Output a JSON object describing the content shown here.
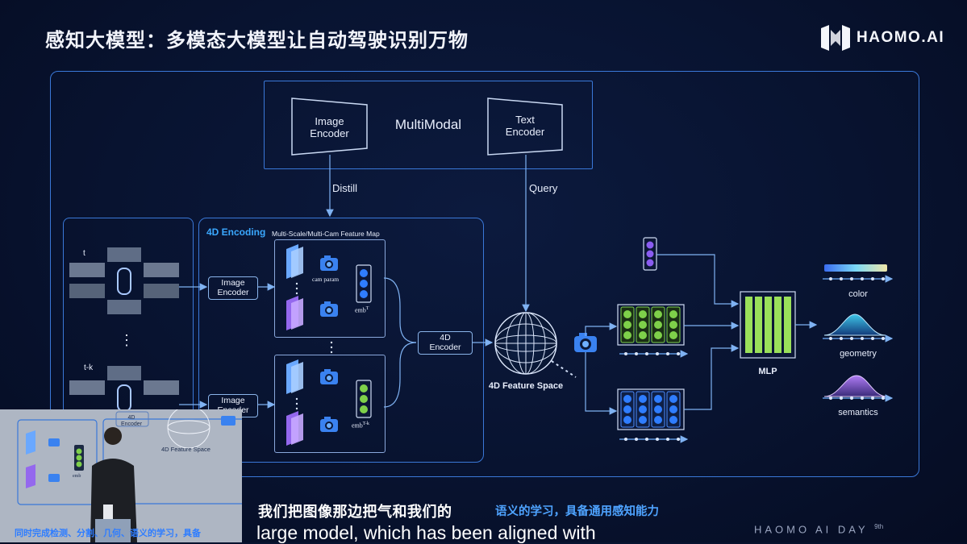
{
  "slide": {
    "title": "感知大模型：多模态大模型让自动驾驶识别万物",
    "logo_text": "HAOMO.AI"
  },
  "multimodal": {
    "label": "MultiModal",
    "image_encoder": "Image\nEncoder",
    "text_encoder": "Text\nEncoder",
    "distill_label": "Distill",
    "query_label": "Query"
  },
  "cameras": {
    "t_label": "t",
    "tk_label": "t-k",
    "ellipsis": "⋮"
  },
  "encoding": {
    "section_title": "4D Encoding",
    "feature_map_title": "Multi-Scale/Multi-Cam Feature Map",
    "image_encoder_1": "Image\nEncoder",
    "image_encoder_2": "Image\nEncoder",
    "cam_param": "cam param",
    "emb_t": "emb",
    "emb_t_sup": "T",
    "emb_tk": "emb",
    "emb_tk_sup": "T-k",
    "encoder_4d": "4D\nEncoder"
  },
  "feature_space": {
    "label": "4D Feature Space"
  },
  "outputs": {
    "mlp_label": "MLP",
    "color_label": "color",
    "geometry_label": "geometry",
    "semantics_label": "semantics"
  },
  "inset": {
    "encoder_label": "4D\nEncoder",
    "feature_space_label": "4D Feature Space",
    "emb_label": "emb",
    "caption": "同时完成检测、分割、几何、语义的学习，具备"
  },
  "subtitles": {
    "zh_line": "我们把图像那边把气和我们的",
    "zh_overlay": "语义的学习，具备通用感知能力",
    "en_line": "large model, which has been aligned with"
  },
  "footer": {
    "brand": "HAOMO AI DAY",
    "edition": "9th"
  },
  "colors": {
    "frame": "#3a78d8",
    "green_token": "#7ed04a",
    "blue_token": "#2f7dff",
    "purple_token": "#8a5cf0",
    "subtitle_blue": "#4ea3ff"
  }
}
